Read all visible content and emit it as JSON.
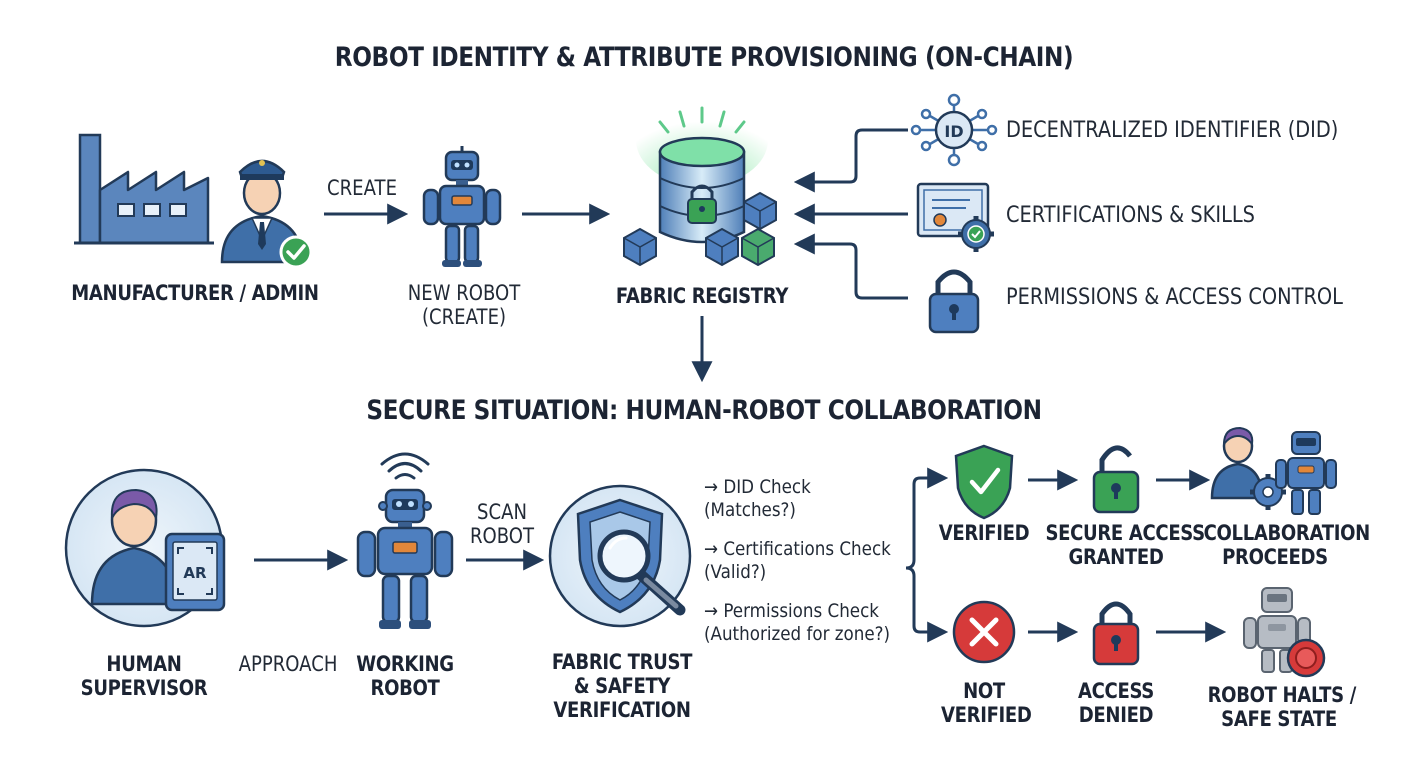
{
  "titles": {
    "top": "ROBOT IDENTITY & ATTRIBUTE PROVISIONING (ON-CHAIN)",
    "bottom": "SECURE SITUATION: HUMAN-ROBOT COLLABORATION"
  },
  "provisioning": {
    "manufacturer": "MANUFACTURER / ADMIN",
    "create_arrow": "CREATE",
    "new_robot": "NEW ROBOT\n(CREATE)",
    "registry": "FABRIC REGISTRY",
    "attributes": [
      {
        "label": "DECENTRALIZED IDENTIFIER (DID)",
        "icon": "did-network-icon"
      },
      {
        "label": "CERTIFICATIONS & SKILLS",
        "icon": "certificate-gear-icon"
      },
      {
        "label": "PERMISSIONS & ACCESS CONTROL",
        "icon": "padlock-icon"
      }
    ],
    "did_icon_text": "ID"
  },
  "collaboration": {
    "supervisor": "HUMAN\nSUPERVISOR",
    "ar_text": "AR",
    "approach": "APPROACH",
    "working_robot": "WORKING\nROBOT",
    "scan": "SCAN\nROBOT",
    "verification": "FABRIC TRUST\n& SAFETY\nVERIFICATION",
    "checks": [
      {
        "label": "→ DID Check\n(Matches?)"
      },
      {
        "label": "→ Certifications Check\n(Valid?)"
      },
      {
        "label": "→ Permissions Check\n(Authorized for zone?)"
      }
    ],
    "success_path": {
      "verified": "VERIFIED",
      "access": "SECURE ACCESS\nGRANTED",
      "result": "COLLABORATION\nPROCEEDS"
    },
    "failure_path": {
      "not_verified": "NOT\nVERIFIED",
      "access": "ACCESS\nDENIED",
      "result": "ROBOT HALTS /\nSAFE STATE"
    }
  },
  "colors": {
    "primary_blue": "#3f6fa8",
    "light_blue": "#dbe8f5",
    "dark_navy": "#1e3a5c",
    "success_green": "#3aa255",
    "danger_red": "#d63a3a",
    "robot_orange": "#e2873a",
    "halted_gray": "#9aa3ad"
  }
}
